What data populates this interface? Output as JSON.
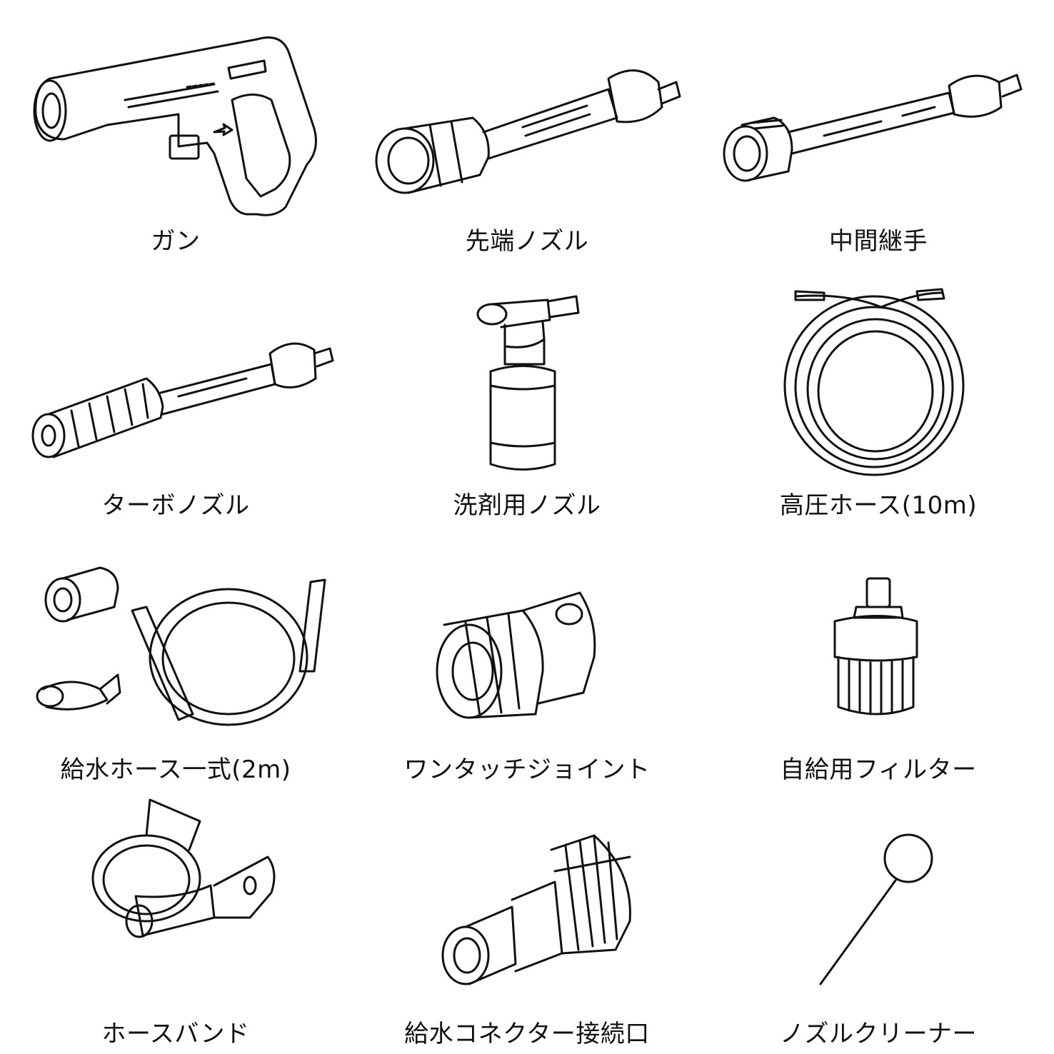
{
  "items": [
    {
      "label": "ガン",
      "icon": "spray-gun-icon"
    },
    {
      "label": "先端ノズル",
      "icon": "tip-nozzle-icon"
    },
    {
      "label": "中間継手",
      "icon": "intermediate-joint-icon"
    },
    {
      "label": "ターボノズル",
      "icon": "turbo-nozzle-icon"
    },
    {
      "label": "洗剤用ノズル",
      "icon": "detergent-nozzle-icon"
    },
    {
      "label": "高圧ホース(10m)",
      "icon": "high-pressure-hose-icon"
    },
    {
      "label": "給水ホース一式(2m)",
      "icon": "water-supply-hose-set-icon"
    },
    {
      "label": "ワンタッチジョイント",
      "icon": "one-touch-joint-icon"
    },
    {
      "label": "自給用フィルター",
      "icon": "self-priming-filter-icon"
    },
    {
      "label": "ホースバンド",
      "icon": "hose-band-icon"
    },
    {
      "label": "給水コネクター接続口",
      "icon": "water-connector-port-icon"
    },
    {
      "label": "ノズルクリーナー",
      "icon": "nozzle-cleaner-icon"
    }
  ]
}
